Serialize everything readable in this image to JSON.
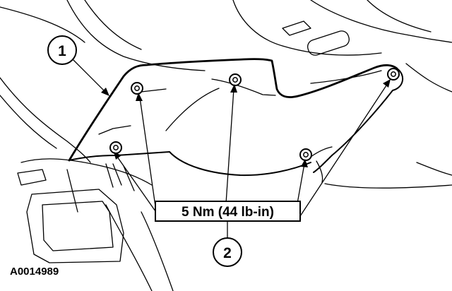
{
  "callouts": [
    {
      "number": "1",
      "target": "shield"
    },
    {
      "number": "2",
      "target": "bolts"
    }
  ],
  "torque_spec": "5 Nm (44 lb-in)",
  "figure_number": "A0014989"
}
